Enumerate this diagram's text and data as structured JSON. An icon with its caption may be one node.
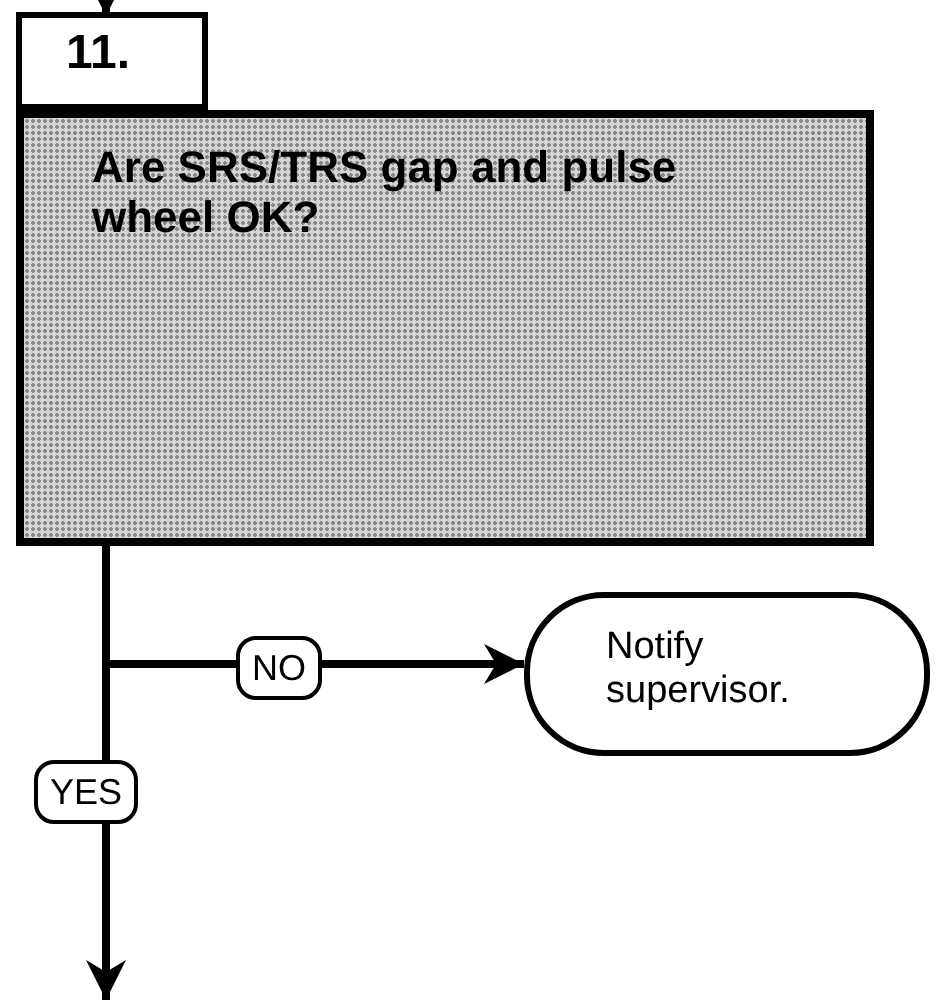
{
  "diagram": {
    "nodes": [
      {
        "text": [
          "11.",
          "Are SRS/TRS gap and pulse wheel OK?"
        ]
      },
      {
        "text": [
          "Notify supervisor."
        ]
      }
    ],
    "edges": [
      {
        "from": null,
        "to": 0,
        "arrow": "to"
      },
      {
        "from": 0,
        "to": 1,
        "label": "NO",
        "arrow": "to"
      },
      {
        "from": 0,
        "to": null,
        "label": "YES",
        "arrow": "to"
      }
    ]
  }
}
